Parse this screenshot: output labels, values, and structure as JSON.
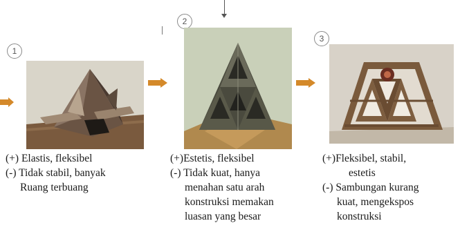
{
  "steps": [
    {
      "number": "1",
      "pros": "(+) Elastis, fleksibel",
      "cons": [
        "(-) Tidak stabil, banyak",
        "Ruang terbuang"
      ]
    },
    {
      "number": "2",
      "pros": "(+)Estetis, fleksibel",
      "cons": [
        "(-) Tidak kuat, hanya",
        "menahan satu arah",
        "konstruksi memakan",
        "luasan yang besar"
      ]
    },
    {
      "number": "3",
      "pros": [
        "(+)Fleksibel, stabil,",
        "estetis"
      ],
      "cons": [
        "(-) Sambungan kurang",
        "kuat, mengekspos",
        "konstruksi"
      ]
    }
  ],
  "colors": {
    "arrow": "#d4892a",
    "photo_bg_1": "#d9d5c9",
    "photo_bg_2": "#c9d0b9",
    "photo_bg_3": "#d8d2c8",
    "cardboard": "#8a6a4a"
  },
  "icons": {
    "flow_arrow": "right-arrow-icon",
    "left_arrow": "left-arrow-icon"
  }
}
